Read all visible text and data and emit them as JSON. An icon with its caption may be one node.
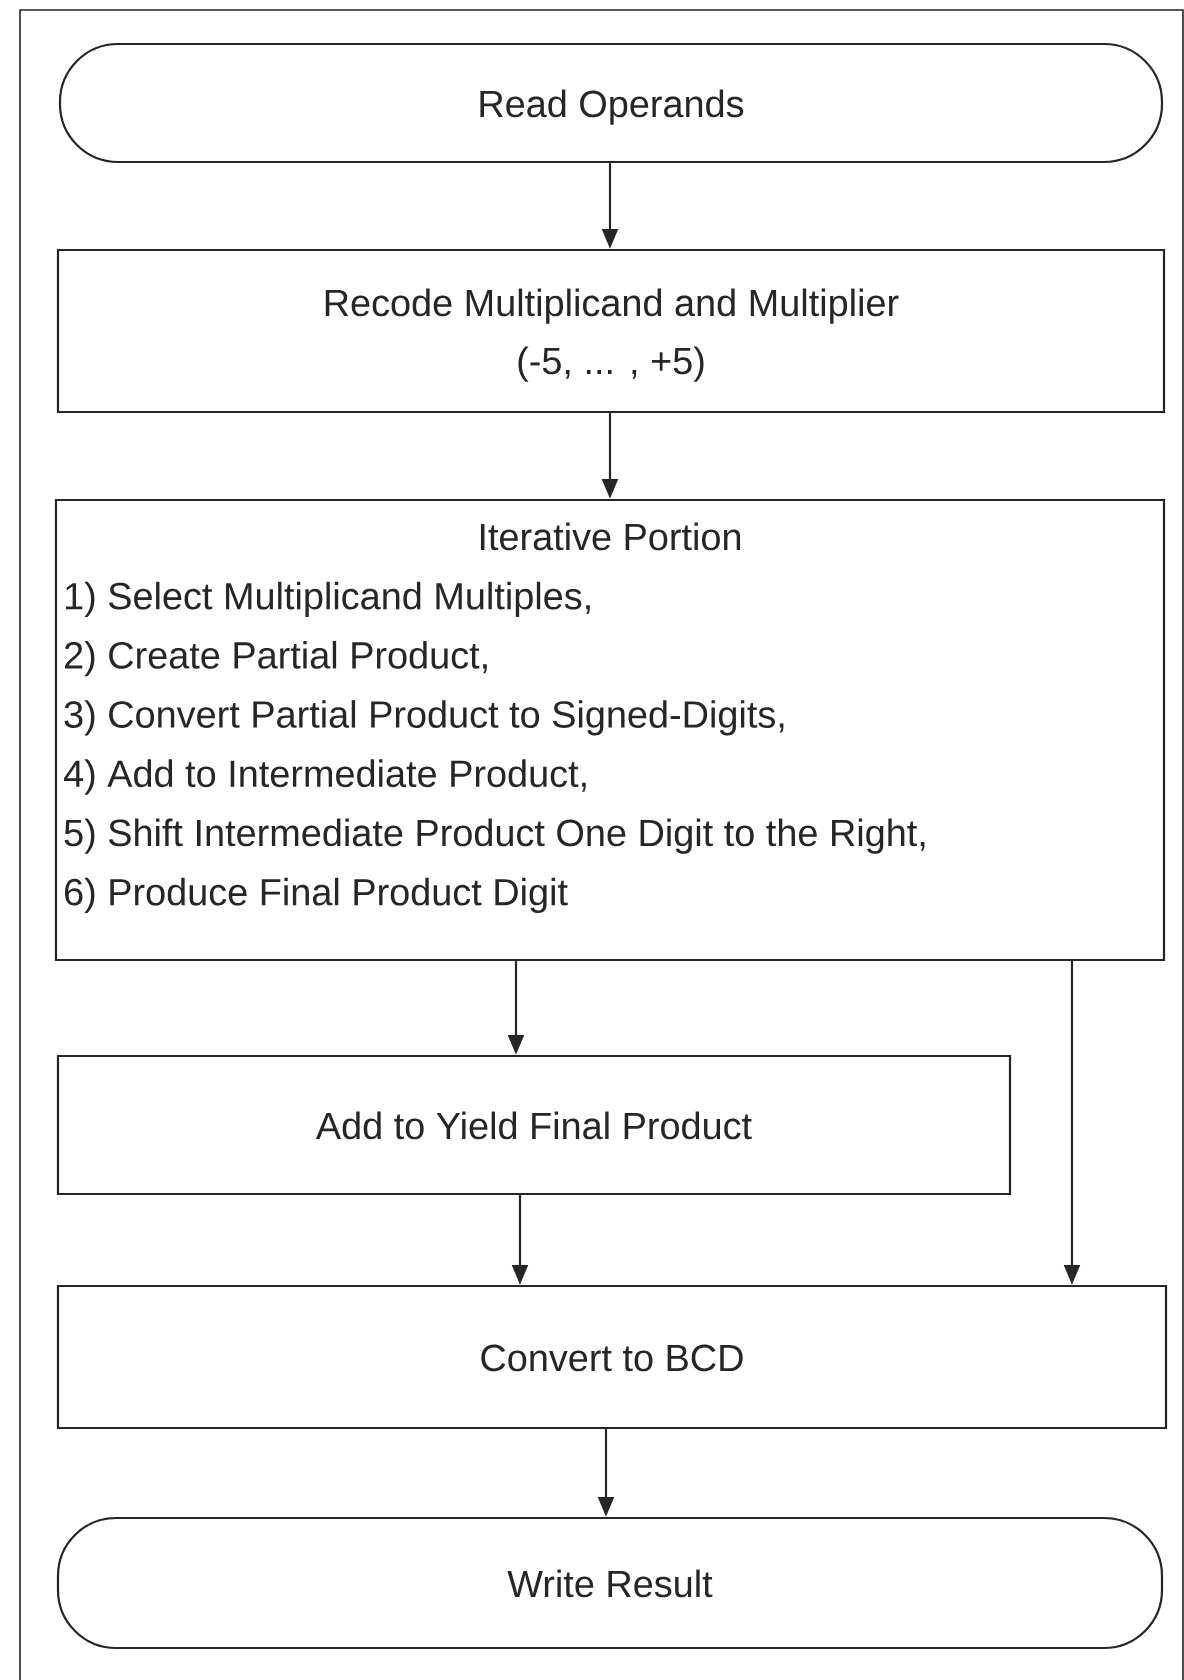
{
  "diagram": {
    "nodes": [
      {
        "text": [
          "Read Operands"
        ]
      },
      {
        "text": [
          "Recode Multiplicand and Multiplier",
          "(-5, ... , +5)"
        ]
      },
      {
        "text": [
          "Iterative Portion",
          "1) Select Multiplicand Multiples,",
          "2) Create Partial Product,",
          "3) Convert Partial Product to Signed-Digits,",
          "4) Add to Intermediate Product,",
          "5) Shift Intermediate Product One Digit to the Right,",
          "6) Produce Final Product Digit"
        ]
      },
      {
        "text": [
          "Add to Yield Final Product"
        ]
      },
      {
        "text": [
          "Convert to BCD"
        ]
      },
      {
        "text": [
          "Write Result"
        ]
      }
    ],
    "edges": [
      {
        "from": 0,
        "to": 1,
        "arrow": "to"
      },
      {
        "from": 1,
        "to": 2,
        "arrow": "to"
      },
      {
        "from": 2,
        "to": 3,
        "arrow": "to"
      },
      {
        "from": 2,
        "to": 4,
        "arrow": "to"
      },
      {
        "from": 3,
        "to": 4,
        "arrow": "to"
      },
      {
        "from": 4,
        "to": 5,
        "arrow": "to"
      }
    ]
  }
}
